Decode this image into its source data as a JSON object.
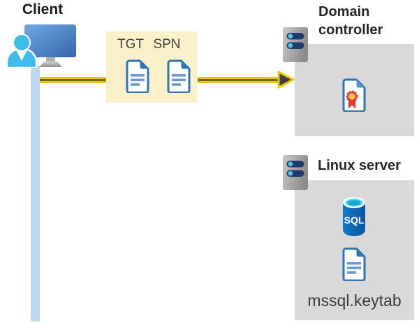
{
  "client": {
    "label": "Client"
  },
  "tickets": {
    "tgt_label": "TGT",
    "spn_label": "SPN"
  },
  "domain_controller": {
    "label": "Domain controller"
  },
  "linux_server": {
    "label": "Linux server",
    "sql_badge": "SQL",
    "keytab_label": "mssql.keytab"
  },
  "icons": {
    "client": "person-at-monitor-icon",
    "ticket": "document-icon",
    "certificate": "certificate-icon",
    "server": "rack-server-icon",
    "database": "sql-database-icon",
    "arrow": "yellow-right-arrow"
  },
  "colors": {
    "ticket_box_bg": "#FAF1CB",
    "arrow_yellow": "#F0C400",
    "arrow_core": "#6E6614",
    "arrowhead_fill": "#3F3F3F",
    "node_box_bg": "#D9D9D9",
    "lifeline_blue": "#BFD8F2",
    "doc_border_blue": "#2E75B6",
    "doc_line_blue": "#6B9BD2",
    "person_cyan": "#3EBDE8",
    "monitor_blue_light": "#6FA9E0",
    "monitor_blue_dark": "#3566AC",
    "server_bar_navy": "#1E3A6E",
    "server_dot_cyan": "#4FC3E8",
    "sql_body_blue": "#0C64B4",
    "sql_top_cyan": "#53D9F2",
    "cert_red": "#E23C32",
    "cert_gold": "#FFC83D",
    "label_dark": "#262626",
    "label_gray": "#3B3B3B"
  }
}
